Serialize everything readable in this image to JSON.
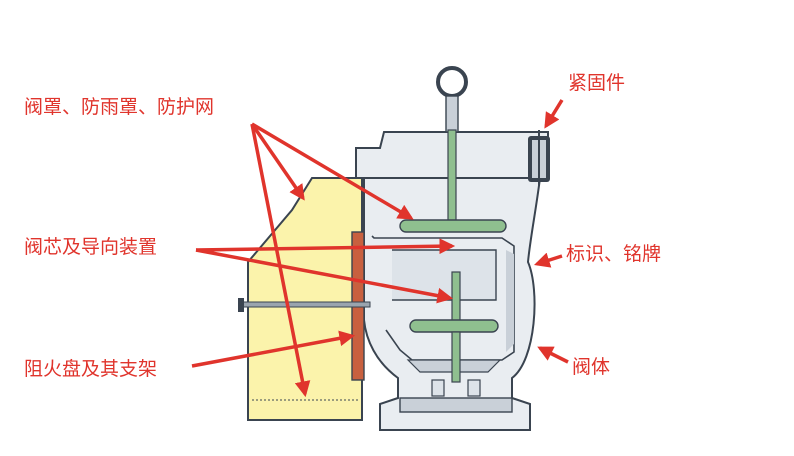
{
  "labels": {
    "cover": "阀罩、防雨罩、防护网",
    "core": "阀芯及导向装置",
    "flame": "阻火盘及其支架",
    "fastener": "紧固件",
    "plate": "标识、铭牌",
    "body": "阀体"
  },
  "colors": {
    "arrow": "#e0342c",
    "body": "#e9edf1",
    "body_shade": "#c9d0d8",
    "outline": "#3a4450",
    "cover_yellow": "#fbf3ab",
    "flame_disc": "#c8603f",
    "valve_green": "#8fbf8f"
  }
}
